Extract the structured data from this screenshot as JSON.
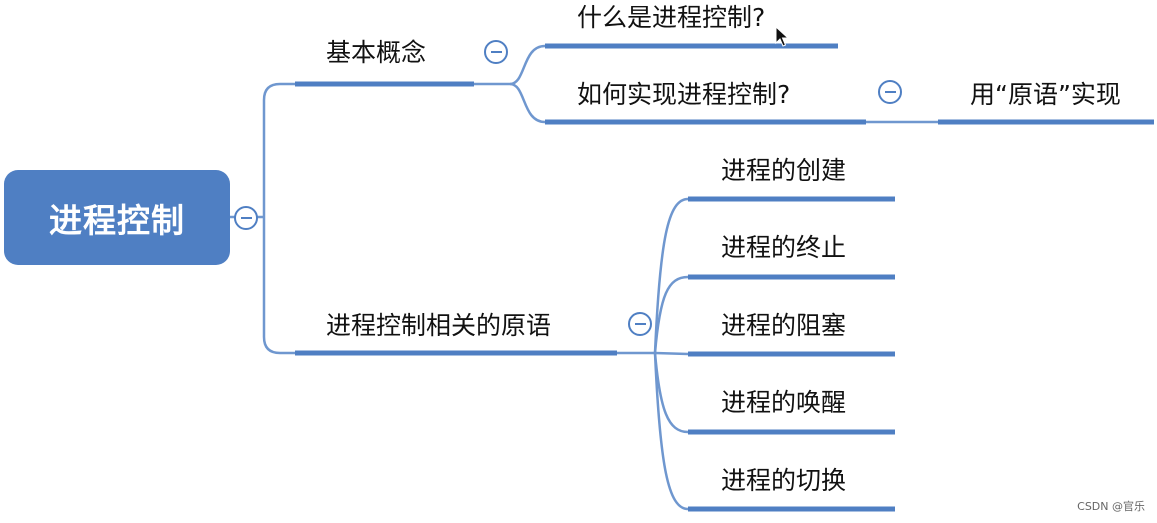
{
  "root": {
    "label": "进程控制"
  },
  "branches": [
    {
      "label": "基本概念",
      "children": [
        {
          "label": "什么是进程控制?"
        },
        {
          "label": "如何实现进程控制?",
          "children": [
            {
              "label": "用“原语”实现"
            }
          ]
        }
      ]
    },
    {
      "label": "进程控制相关的原语",
      "children": [
        {
          "label": "进程的创建"
        },
        {
          "label": "进程的终止"
        },
        {
          "label": "进程的阻塞"
        },
        {
          "label": "进程的唤醒"
        },
        {
          "label": "进程的切换"
        }
      ]
    }
  ],
  "watermark": "CSDN @官乐",
  "colors": {
    "accent": "#4f7fc3",
    "connector": "#6f97cf"
  },
  "icons": {
    "collapse": "minus-circle-icon",
    "pointer": "mouse-cursor-icon"
  }
}
